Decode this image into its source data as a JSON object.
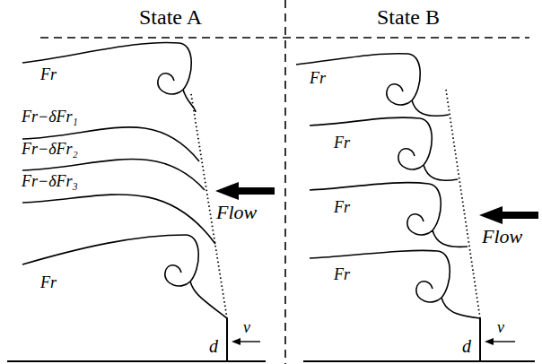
{
  "diagram": {
    "labels": [
      "State A",
      "State B",
      "Fr",
      "Fr−δFr₁",
      "Fr−δFr₂",
      "Fr−δFr₃",
      "Fr",
      "Flow",
      "v",
      "d",
      "Fr",
      "Fr",
      "Fr",
      "Fr",
      "Flow",
      "v",
      "d"
    ]
  }
}
